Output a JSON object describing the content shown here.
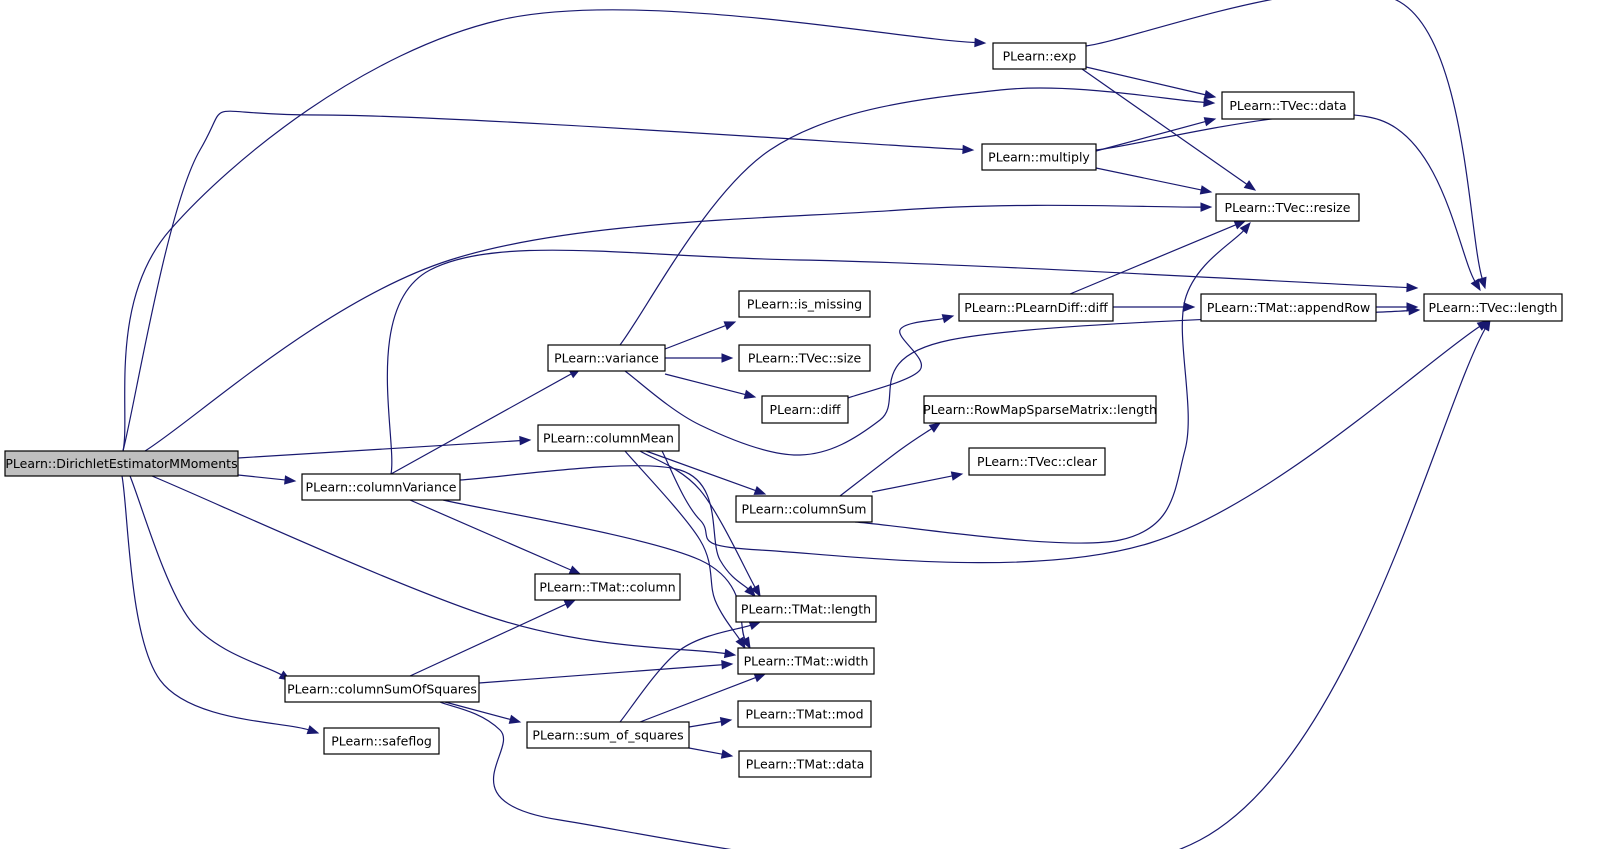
{
  "graph": {
    "colors": {
      "edge": "#191970",
      "root_fill": "#bfbfbf",
      "node_fill": "#ffffff",
      "node_border": "#000000"
    },
    "nodes": [
      {
        "id": "root",
        "label": "PLearn::DirichletEstimatorMMoments"
      },
      {
        "id": "exp",
        "label": "PLearn::exp"
      },
      {
        "id": "tvec_data",
        "label": "PLearn::TVec::data"
      },
      {
        "id": "multiply",
        "label": "PLearn::multiply"
      },
      {
        "id": "tvec_resize",
        "label": "PLearn::TVec::resize"
      },
      {
        "id": "tvec_length",
        "label": "PLearn::TVec::length"
      },
      {
        "id": "is_missing",
        "label": "PLearn::is_missing"
      },
      {
        "id": "variance",
        "label": "PLearn::variance"
      },
      {
        "id": "tvec_size",
        "label": "PLearn::TVec::size"
      },
      {
        "id": "diff",
        "label": "PLearn::diff"
      },
      {
        "id": "plearndiff",
        "label": "PLearn::PLearnDiff::diff"
      },
      {
        "id": "appendrow",
        "label": "PLearn::TMat::appendRow"
      },
      {
        "id": "rowmap_length",
        "label": "PLearn::RowMapSparseMatrix::length"
      },
      {
        "id": "columnmean",
        "label": "PLearn::columnMean"
      },
      {
        "id": "tvec_clear",
        "label": "PLearn::TVec::clear"
      },
      {
        "id": "columnvariance",
        "label": "PLearn::columnVariance"
      },
      {
        "id": "columnsum",
        "label": "PLearn::columnSum"
      },
      {
        "id": "tmat_column",
        "label": "PLearn::TMat::column"
      },
      {
        "id": "tmat_length",
        "label": "PLearn::TMat::length"
      },
      {
        "id": "tmat_width",
        "label": "PLearn::TMat::width"
      },
      {
        "id": "columnsumofsquares",
        "label": "PLearn::columnSumOfSquares"
      },
      {
        "id": "tmat_mod",
        "label": "PLearn::TMat::mod"
      },
      {
        "id": "safeflog",
        "label": "PLearn::safeflog"
      },
      {
        "id": "sum_of_squares",
        "label": "PLearn::sum_of_squares"
      },
      {
        "id": "tmat_data",
        "label": "PLearn::TMat::data"
      }
    ],
    "edges": [
      [
        "root",
        "exp"
      ],
      [
        "root",
        "multiply"
      ],
      [
        "root",
        "tvec_resize"
      ],
      [
        "root",
        "columnmean"
      ],
      [
        "root",
        "columnvariance"
      ],
      [
        "root",
        "tmat_width"
      ],
      [
        "root",
        "columnsumofsquares"
      ],
      [
        "root",
        "safeflog"
      ],
      [
        "exp",
        "tvec_data"
      ],
      [
        "exp",
        "tvec_resize"
      ],
      [
        "exp",
        "tvec_length"
      ],
      [
        "multiply",
        "tvec_data"
      ],
      [
        "multiply",
        "tvec_resize"
      ],
      [
        "multiply",
        "tvec_length"
      ],
      [
        "variance",
        "tvec_data"
      ],
      [
        "variance",
        "is_missing"
      ],
      [
        "variance",
        "tvec_size"
      ],
      [
        "variance",
        "diff"
      ],
      [
        "variance",
        "tvec_length"
      ],
      [
        "diff",
        "plearndiff"
      ],
      [
        "plearndiff",
        "tvec_resize"
      ],
      [
        "plearndiff",
        "appendrow"
      ],
      [
        "appendrow",
        "tvec_length"
      ],
      [
        "columnvariance",
        "tvec_length"
      ],
      [
        "columnvariance",
        "variance"
      ],
      [
        "columnvariance",
        "tmat_length"
      ],
      [
        "columnvariance",
        "tmat_column"
      ],
      [
        "columnvariance",
        "tmat_width"
      ],
      [
        "columnmean",
        "columnsum"
      ],
      [
        "columnmean",
        "tmat_length"
      ],
      [
        "columnmean",
        "tmat_width"
      ],
      [
        "columnmean",
        "tvec_length"
      ],
      [
        "columnsum",
        "rowmap_length"
      ],
      [
        "columnsum",
        "tvec_clear"
      ],
      [
        "columnsum",
        "tvec_resize"
      ],
      [
        "columnsumofsquares",
        "tmat_column"
      ],
      [
        "columnsumofsquares",
        "tmat_width"
      ],
      [
        "columnsumofsquares",
        "sum_of_squares"
      ],
      [
        "columnsumofsquares",
        "tvec_length"
      ],
      [
        "sum_of_squares",
        "tmat_length"
      ],
      [
        "sum_of_squares",
        "tmat_width"
      ],
      [
        "sum_of_squares",
        "tmat_mod"
      ],
      [
        "sum_of_squares",
        "tmat_data"
      ]
    ]
  }
}
